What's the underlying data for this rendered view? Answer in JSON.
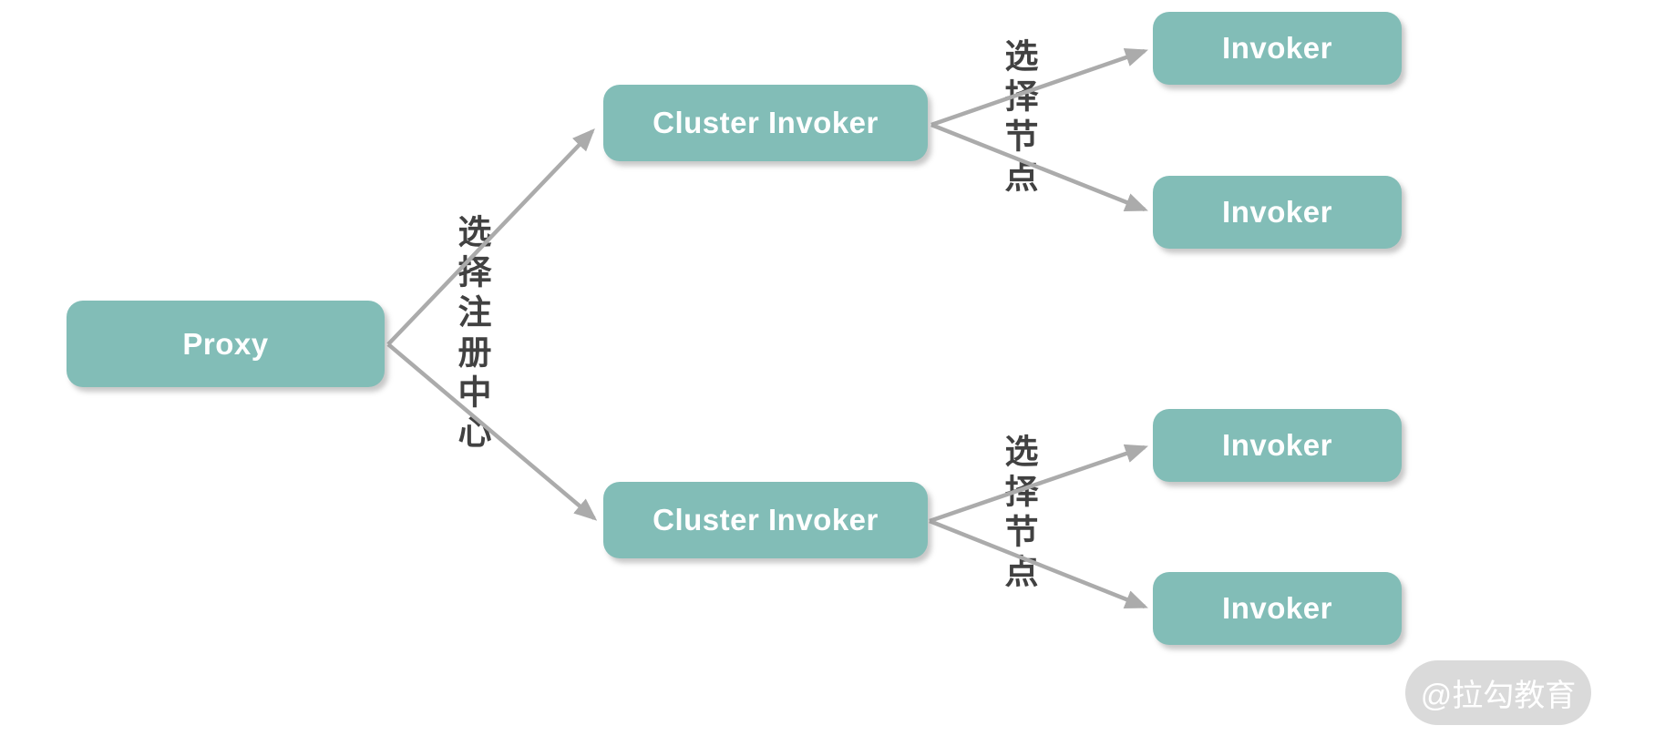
{
  "diagram": {
    "nodes": {
      "proxy": "Proxy",
      "cluster_invoker_top": "Cluster Invoker",
      "cluster_invoker_bottom": "Cluster Invoker",
      "invoker_top_1": "Invoker",
      "invoker_top_2": "Invoker",
      "invoker_bottom_1": "Invoker",
      "invoker_bottom_2": "Invoker"
    },
    "edge_labels": {
      "select_registry": "选择注册中心",
      "select_node_top": "选择节点",
      "select_node_bottom": "选择节点"
    },
    "edges": [
      {
        "from": "proxy",
        "to": "cluster_invoker_top",
        "label": "选择注册中心"
      },
      {
        "from": "proxy",
        "to": "cluster_invoker_bottom",
        "label": "选择注册中心"
      },
      {
        "from": "cluster_invoker_top",
        "to": "invoker_top_1",
        "label": "选择节点"
      },
      {
        "from": "cluster_invoker_top",
        "to": "invoker_top_2",
        "label": "选择节点"
      },
      {
        "from": "cluster_invoker_bottom",
        "to": "invoker_bottom_1",
        "label": "选择节点"
      },
      {
        "from": "cluster_invoker_bottom",
        "to": "invoker_bottom_2",
        "label": "选择节点"
      }
    ],
    "colors": {
      "node_fill": "#82bdb7",
      "node_text": "#ffffff",
      "arrow": "#ababab",
      "edge_label_text": "#414141",
      "watermark_bg": "#dadada",
      "watermark_text": "#ffffff",
      "background": "#ffffff"
    },
    "watermark": "@拉勾教育"
  }
}
